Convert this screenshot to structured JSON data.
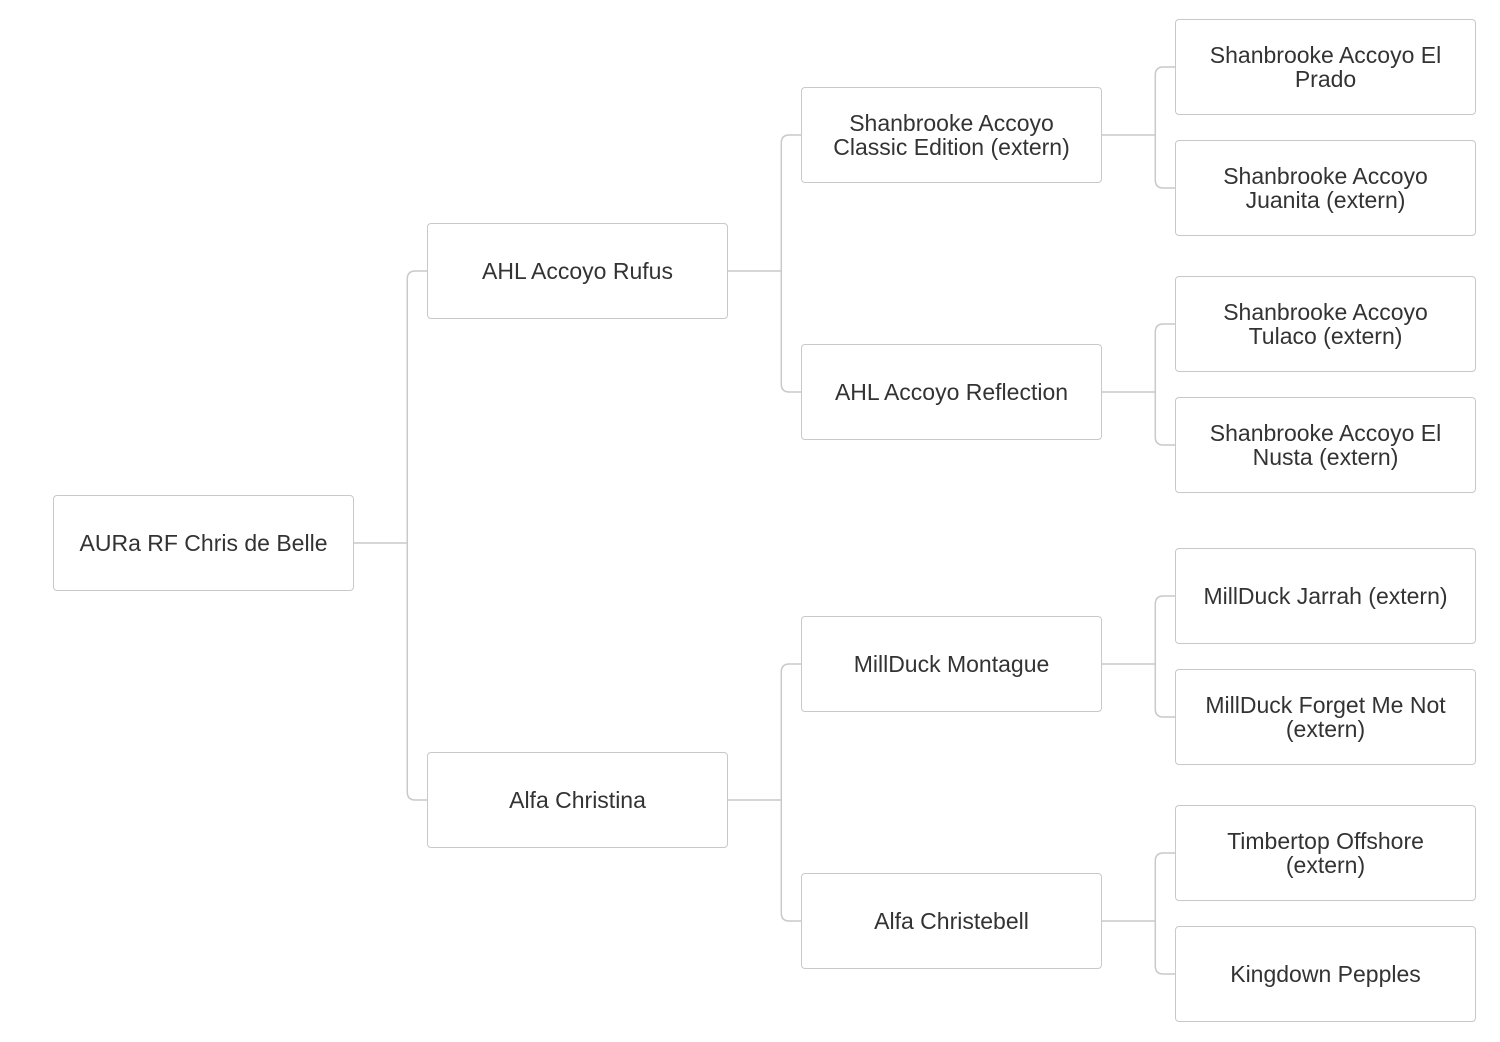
{
  "pedigree": {
    "subject": {
      "name": "AURa RF Chris de Belle"
    },
    "sire": {
      "name": "AHL Accoyo Rufus"
    },
    "dam": {
      "name": "Alfa Christina"
    },
    "sire_sire": {
      "name": "Shanbrooke Accoyo Classic Edition (extern)"
    },
    "sire_dam": {
      "name": "AHL Accoyo Reflection"
    },
    "dam_sire": {
      "name": "MillDuck Montague"
    },
    "dam_dam": {
      "name": "Alfa Christebell"
    },
    "sire_sire_sire": {
      "name": "Shanbrooke Accoyo El Prado"
    },
    "sire_sire_dam": {
      "name": "Shanbrooke Accoyo Juanita (extern)"
    },
    "sire_dam_sire": {
      "name": "Shanbrooke Accoyo Tulaco (extern)"
    },
    "sire_dam_dam": {
      "name": "Shanbrooke Accoyo El Nusta (extern)"
    },
    "dam_sire_sire": {
      "name": "MillDuck Jarrah (extern)"
    },
    "dam_sire_dam": {
      "name": "MillDuck Forget Me Not (extern)"
    },
    "dam_dam_sire": {
      "name": "Timbertop Offshore (extern)"
    },
    "dam_dam_dam": {
      "name": "Kingdown Pepples"
    }
  },
  "colors": {
    "connector": "#c9c9c9",
    "node_border": "#c9c9c9",
    "text": "#333333"
  }
}
